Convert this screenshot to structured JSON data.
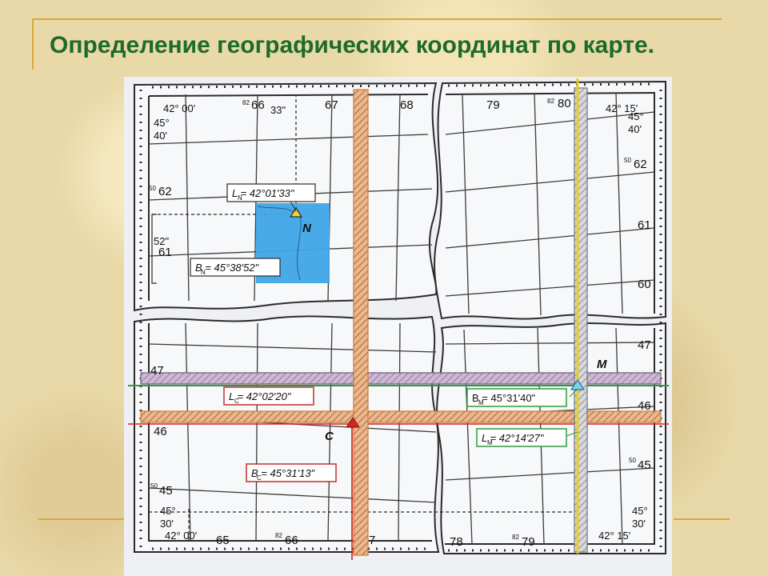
{
  "title": "Определение географических координат по карте.",
  "labels": {
    "lon_tl": "42° 00'",
    "small_tl": "82",
    "k66": "66",
    "sec33": "33\"",
    "k67": "67",
    "k68": "68",
    "k79": "79",
    "small_tr": "82",
    "k80": "80",
    "lon_tr": "42° 15'",
    "lat45_tl": "45°",
    "min40_tl": "40'",
    "lat45_tr": "45°",
    "min40_tr": "40'",
    "small_50_l": "50",
    "k62_l": "62",
    "small_50_r": "50",
    "k62_r": "62",
    "k61_r": "61",
    "sec52": "52\"",
    "k61_l": "61",
    "k60_r": "60",
    "k47_r": "47",
    "k47_l": "47",
    "k46_l": "46",
    "k46_r": "46",
    "small_50_bl": "50",
    "k45_l": "45",
    "small_50_br": "50",
    "k45_r": "45",
    "lat45_bl": "45°",
    "min30_bl": "30'",
    "lat45_br": "45°",
    "min30_br": "30'",
    "lon_bl": "42° 00'",
    "k65": "65",
    "small_bl": "82",
    "k66_b": "66",
    "k7_b": "7",
    "k78": "78",
    "small_br": "82",
    "k79_b": "79",
    "lon_br": "42° 15'",
    "point_N": "N",
    "point_C": "C",
    "point_M": "M"
  },
  "boxes": {
    "LN": "L  = 42°01'33\"",
    "LN_sub": "N",
    "BN": "B  = 45°38'52\"",
    "BN_sub": "N",
    "LC": "L  = 42°02'20\"",
    "LC_sub": "C",
    "BC": "B  = 45°31'13\"",
    "BC_sub": "C",
    "BM": "B  = 45°31'40\"",
    "BM_sub": "M",
    "LM": "L  = 42°14'27\"",
    "LM_sub": "M"
  },
  "colors": {
    "title": "#1d6b2a",
    "frame": "#d9a83a",
    "ruler_fill": "#e9b88c",
    "ruler_border": "#c97a3b",
    "ruler_stripe": "#b8623a",
    "ruler_lilac": "#c9b3cf",
    "blue_area": "#3ea6e6",
    "red_line": "#d2261f",
    "green_line": "#2f9c3a",
    "red_box_border": "#c0302a",
    "green_box_border": "#2f9c3a"
  }
}
